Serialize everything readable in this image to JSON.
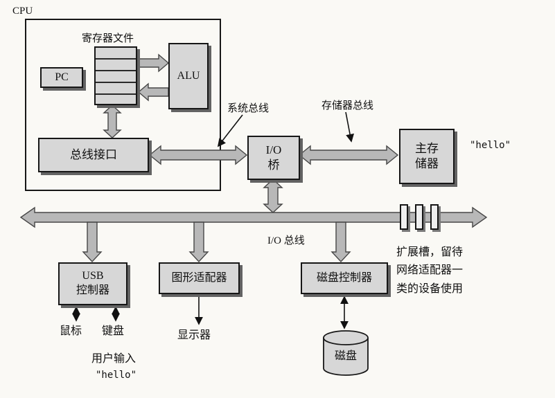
{
  "labels": {
    "cpu": "CPU",
    "register_file": "寄存器文件",
    "pc": "PC",
    "alu": "ALU",
    "bus_interface": "总线接口",
    "system_bus": "系统总线",
    "memory_bus": "存储器总线",
    "io_bridge": "I/O\n桥",
    "main_memory": "主存\n储器",
    "hello_memory": "\"hello\"",
    "io_bus": "I/O 总线",
    "expansion_note": "扩展槽，留待\n网络适配器一\n类的设备使用",
    "usb_controller": "USB\n控制器",
    "graphics_adapter": "图形适配器",
    "disk_controller": "磁盘控制器",
    "mouse": "鼠标",
    "keyboard": "键盘",
    "display": "显示器",
    "disk": "磁盘",
    "user_input_line1": "用户输入",
    "user_input_line2": "\"hello\""
  },
  "colors": {
    "background": "#faf9f5",
    "box_fill": "#d7d7d7",
    "box_border": "#161616",
    "box_shadow": "#636363",
    "arrow_fill": "#b8b8b8",
    "arrow_stroke": "#474747",
    "thin_arrow": "#111111"
  }
}
